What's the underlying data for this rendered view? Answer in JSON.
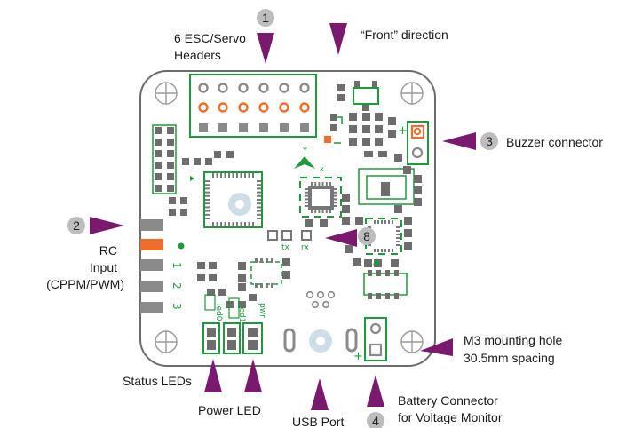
{
  "colors": {
    "board_border": "#6b6b6b",
    "silkscreen": "#1e9a3c",
    "pad_gray": "#8a8a8a",
    "pad_orange": "#ee6e2c",
    "arrow_purple": "#7a1a6e",
    "marker_gray": "#bdbdbd",
    "usb_fill": "#cfdde6"
  },
  "callouts": {
    "c1": {
      "number": "1",
      "line1": "6 ESC/Servo",
      "line2": "Headers"
    },
    "front": {
      "line1": "“Front” direction"
    },
    "c3": {
      "number": "3",
      "line1": "Buzzer connector"
    },
    "c2": {
      "number": "2",
      "line1": "RC",
      "line2": "Input",
      "line3": "(CPPM/PWM)"
    },
    "c8": {
      "number": "8"
    },
    "mount": {
      "line1": "M3 mounting hole",
      "line2": "30.5mm spacing"
    },
    "status_leds": {
      "line1": "Status LEDs"
    },
    "power_led": {
      "line1": "Power LED"
    },
    "usb": {
      "line1": "USB Port"
    },
    "c4": {
      "number": "4",
      "line1": "Battery Connector",
      "line2": "for Voltage Monitor"
    }
  },
  "silkscreen": {
    "tx": "tx",
    "rx": "rx",
    "led0": "led0",
    "led1": "led1",
    "pwr": "pwr",
    "plus_buzzer": "+",
    "plus_batt": "+",
    "rc_pin_1": "1",
    "rc_pin_2": "2",
    "rc_pin_3": "3",
    "axis_x": "x",
    "axis_y": "Y"
  }
}
